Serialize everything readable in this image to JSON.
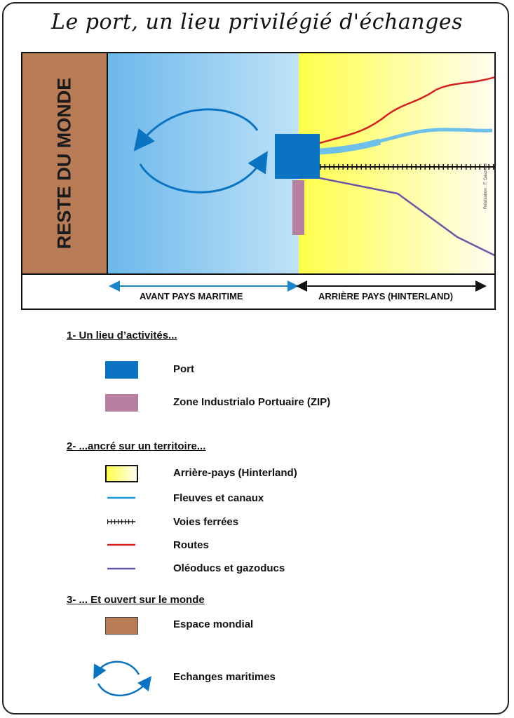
{
  "title": "Le port, un lieu privilégié d'échanges",
  "map": {
    "world_label": "RESTE DU MONDE",
    "credit": "Réalisation : F. Sauzeau"
  },
  "zones": {
    "foreland": "AVANT PAYS MARITIME",
    "hinterland": "ARRIÈRE PAYS (HINTERLAND)"
  },
  "legend": {
    "section1": "1- Un lieu d’activités...",
    "section2": "2- ...ancré sur un territoire...",
    "section3": "3- ... Et ouvert sur le monde",
    "port": "Port",
    "zip": "Zone Industrialo Portuaire (ZIP)",
    "hinterland": "Arrière-pays (Hinterland)",
    "rivers": "Fleuves et canaux",
    "rail": "Voies ferrées",
    "roads": "Routes",
    "pipelines": "Oléoducs et gazoducs",
    "world": "Espace mondial",
    "exchanges": "Echanges maritimes"
  },
  "colors": {
    "port": "#0a74c2",
    "zip": "#b87fa0",
    "river": "#6cc0ea",
    "road": "#d42020",
    "pipeline": "#6b55a8",
    "world": "#b87d57",
    "sea_arrow": "#0a74c2"
  }
}
